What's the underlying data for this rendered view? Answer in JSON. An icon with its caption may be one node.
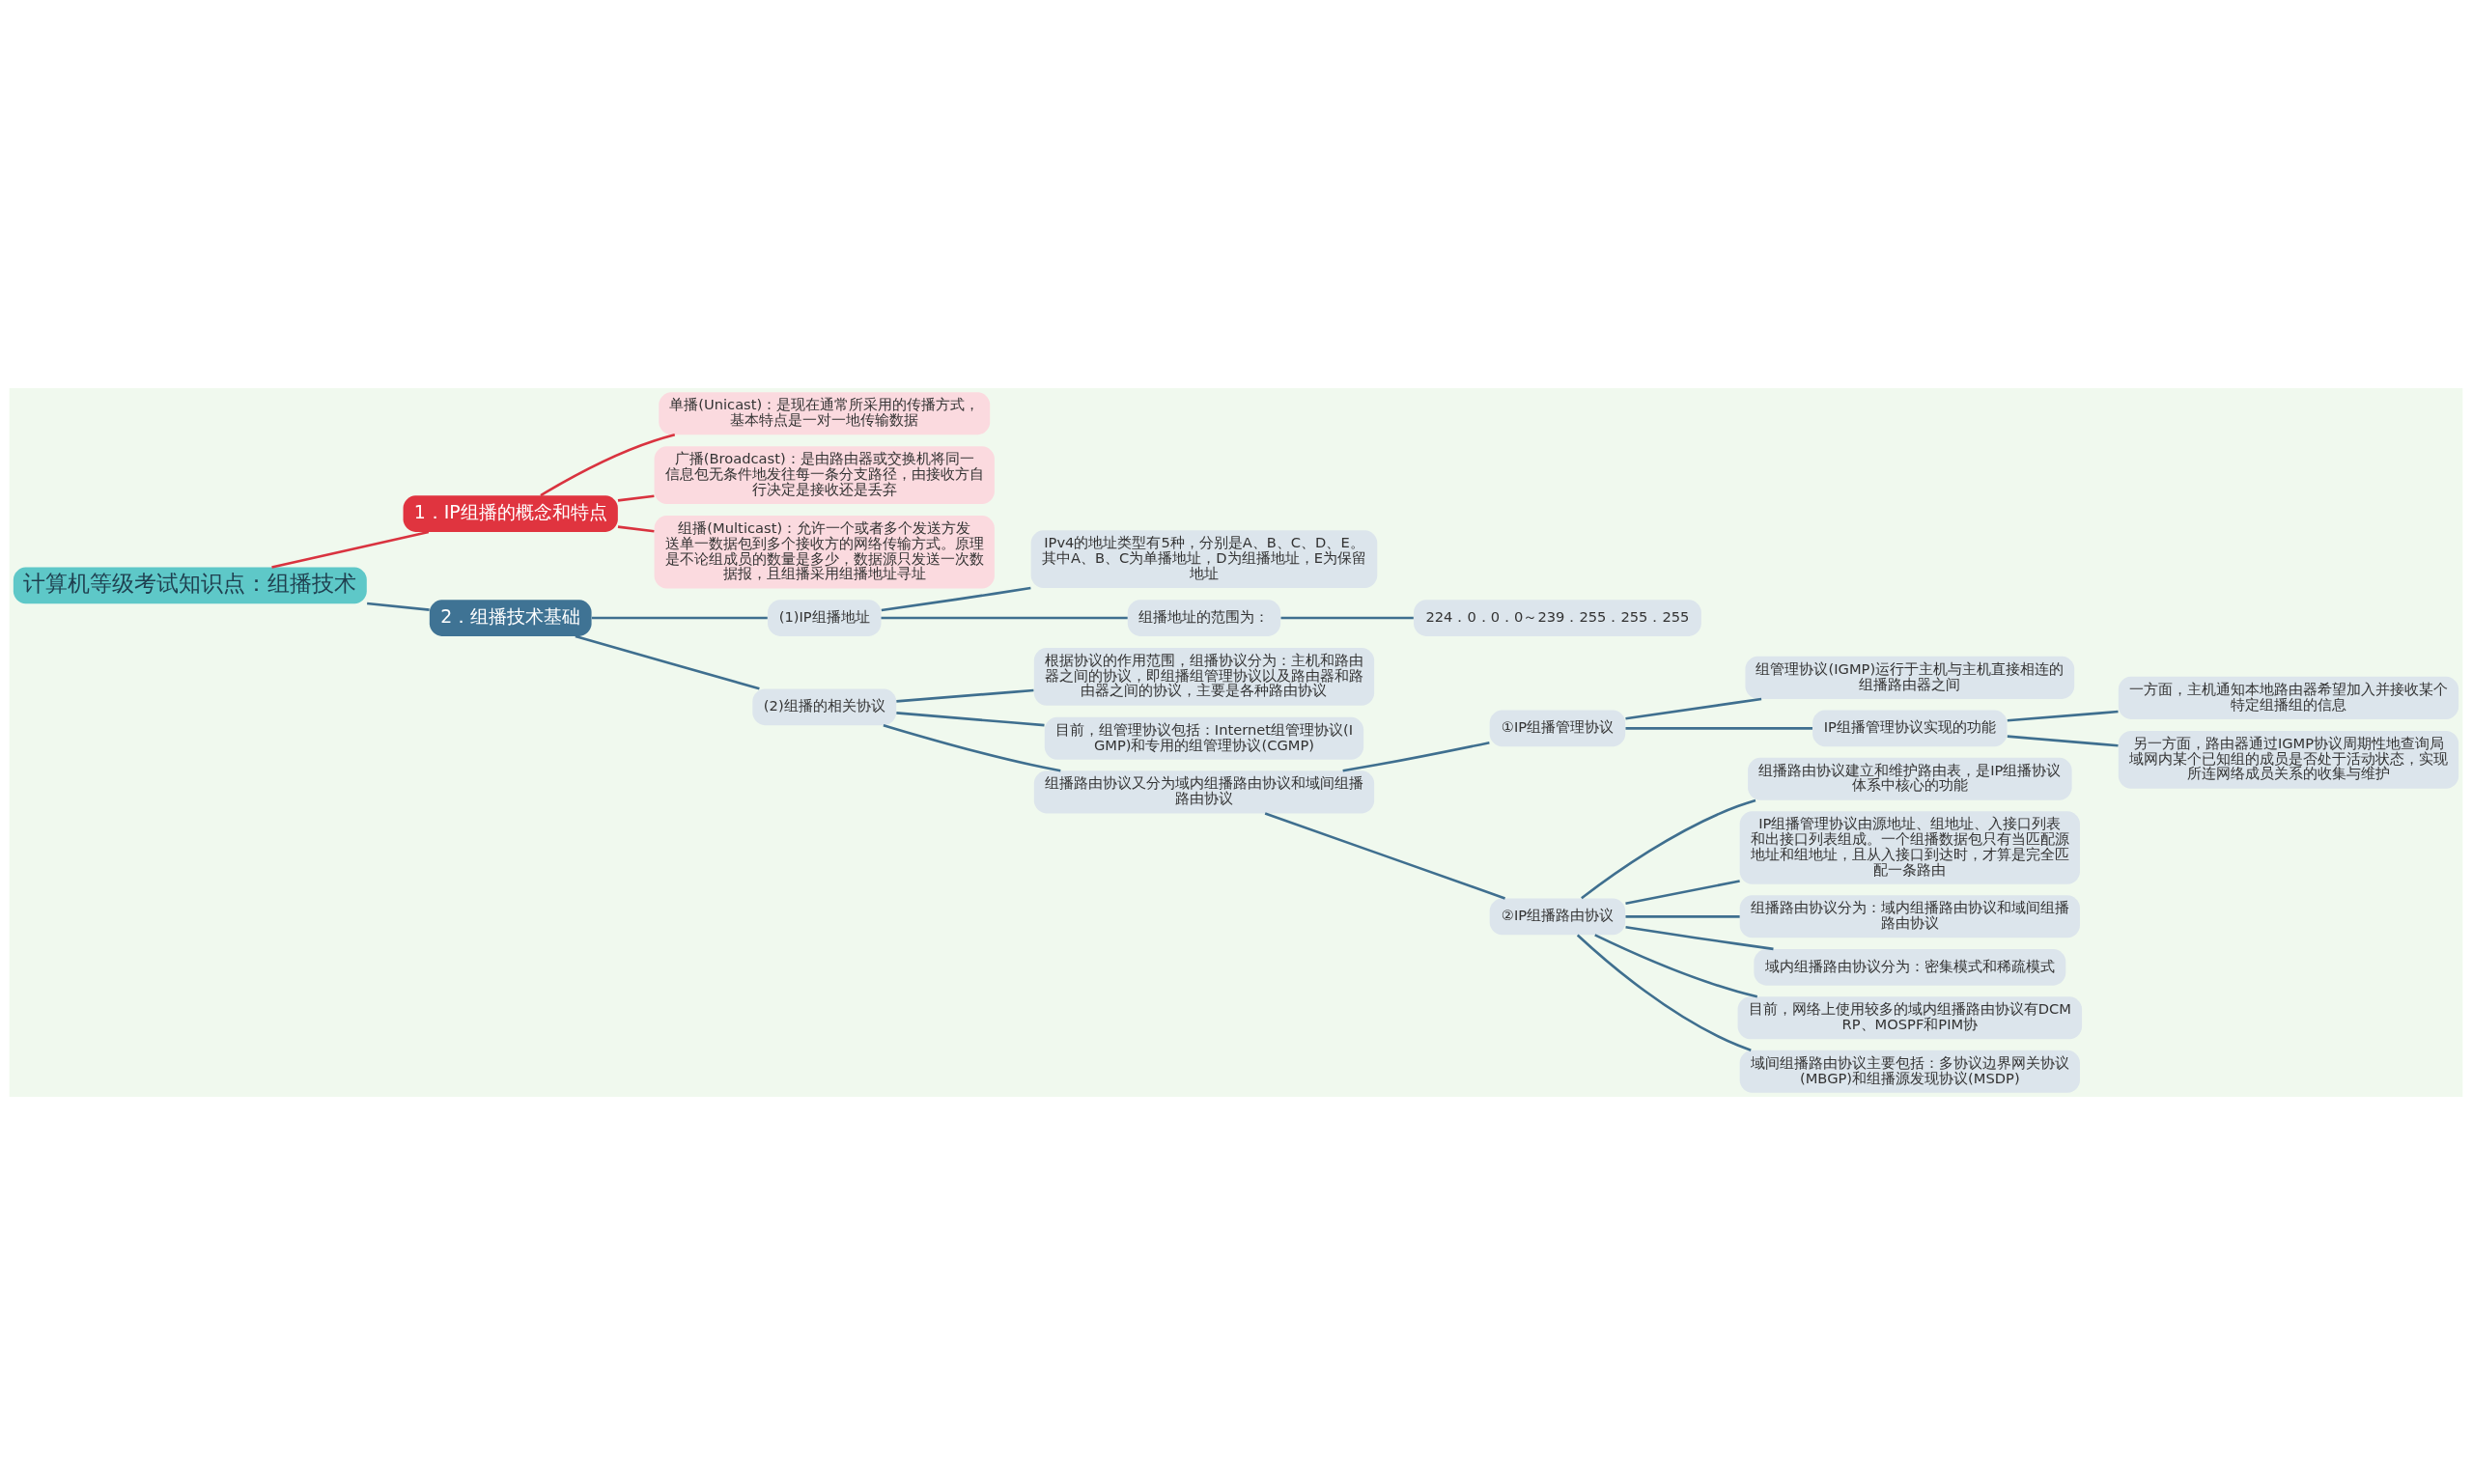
{
  "diagram": {
    "nodes": [
      {
        "text": [
          "计算机等级考试知识点：组播技术"
        ]
      },
      {
        "text": [
          "1．IP组播的概念和特点"
        ]
      },
      {
        "text": [
          "单播(Unicast)：是现在通常所采用的传播方式，基本特点是一对一地传输数据"
        ]
      },
      {
        "text": [
          "广播(Broadcast)：是由路由器或交换机将同一信息包无条件地发往每一条分支路径，由接收方自行决定是接收还是丢弃"
        ]
      },
      {
        "text": [
          "组播(Multicast)：允许一个或者多个发送方发送单一数据包到多个接收方的网络传输方式。原理是不论组成员的数量是多少，数据源只发送一次数据报，且组播采用组播地址寻址"
        ]
      },
      {
        "text": [
          "2．组播技术基础"
        ]
      },
      {
        "text": [
          "(1)IP组播地址"
        ]
      },
      {
        "text": [
          "IPv4的地址类型有5种，分别是A、B、C、D、E。其中A、B、C为单播地址，D为组播地址，E为保留地址"
        ]
      },
      {
        "text": [
          "组播地址的范围为："
        ]
      },
      {
        "text": [
          "224．0．0．0～239．255．255．255"
        ]
      },
      {
        "text": [
          "(2)组播的相关协议"
        ]
      },
      {
        "text": [
          "根据协议的作用范围，组播协议分为：主机和路由器之间的协议，即组播组管理协议以及路由器和路由器之间的协议，主要是各种路由协议"
        ]
      },
      {
        "text": [
          "目前，组管理协议包括：Internet组管理协议(IGMP)和专用的组管理协议(CGMP)"
        ]
      },
      {
        "text": [
          "组播路由协议又分为域内组播路由协议和域间组播路由协议"
        ]
      },
      {
        "text": [
          "①IP组播管理协议"
        ]
      },
      {
        "text": [
          "组管理协议(IGMP)运行于主机与主机直接相连的组播路由器之间"
        ]
      },
      {
        "text": [
          "IP组播管理协议实现的功能"
        ]
      },
      {
        "text": [
          "一方面，主机通知本地路由器希望加入并接收某个特定组播组的信息"
        ]
      },
      {
        "text": [
          "另一方面，路由器通过IGMP协议周期性地查询局域网内某个已知组的成员是否处于活动状态，实现所连网络成员关系的收集与维护"
        ]
      },
      {
        "text": [
          "②IP组播路由协议"
        ]
      },
      {
        "text": [
          "组播路由协议建立和维护路由表，是IP组播协议体系中核心的功能"
        ]
      },
      {
        "text": [
          "IP组播管理协议由源地址、组地址、入接口列表和出接口列表组成。一个组播数据包只有当匹配源地址和组地址，且从入接口到达时，才算是完全匹配一条路由"
        ]
      },
      {
        "text": [
          "组播路由协议分为：域内组播路由协议和域间组播路由协议"
        ]
      },
      {
        "text": [
          "域内组播路由协议分为：密集模式和稀疏模式"
        ]
      },
      {
        "text": [
          "目前，网络上使用较多的域内组播路由协议有DCMRP、MOSPF和PIM协"
        ]
      },
      {
        "text": [
          "域间组播路由协议主要包括：多协议边界网关协议(MBGP)和组播源发现协议(MSDP)"
        ]
      }
    ],
    "edges": [
      {
        "from": 0,
        "to": 1,
        "arrow": "none",
        "color": "#d9333f"
      },
      {
        "from": 1,
        "to": 2,
        "arrow": "none",
        "color": "#d9333f"
      },
      {
        "from": 1,
        "to": 3,
        "arrow": "none",
        "color": "#d9333f"
      },
      {
        "from": 1,
        "to": 4,
        "arrow": "none",
        "color": "#d9333f"
      },
      {
        "from": 0,
        "to": 5,
        "arrow": "none"
      },
      {
        "from": 5,
        "to": 6,
        "arrow": "none"
      },
      {
        "from": 6,
        "to": 7,
        "arrow": "none"
      },
      {
        "from": 6,
        "to": 8,
        "arrow": "none"
      },
      {
        "from": 8,
        "to": 9,
        "arrow": "none"
      },
      {
        "from": 5,
        "to": 10,
        "arrow": "none"
      },
      {
        "from": 10,
        "to": 11,
        "arrow": "none"
      },
      {
        "from": 10,
        "to": 12,
        "arrow": "none"
      },
      {
        "from": 10,
        "to": 13,
        "arrow": "none"
      },
      {
        "from": 13,
        "to": 14,
        "arrow": "none"
      },
      {
        "from": 14,
        "to": 15,
        "arrow": "none"
      },
      {
        "from": 14,
        "to": 16,
        "arrow": "none"
      },
      {
        "from": 16,
        "to": 17,
        "arrow": "none"
      },
      {
        "from": 16,
        "to": 18,
        "arrow": "none"
      },
      {
        "from": 13,
        "to": 19,
        "arrow": "none"
      },
      {
        "from": 19,
        "to": 20,
        "arrow": "none"
      },
      {
        "from": 19,
        "to": 21,
        "arrow": "none"
      },
      {
        "from": 19,
        "to": 22,
        "arrow": "none"
      },
      {
        "from": 19,
        "to": 23,
        "arrow": "none"
      },
      {
        "from": 19,
        "to": 24,
        "arrow": "none"
      },
      {
        "from": 19,
        "to": 25,
        "arrow": "none"
      }
    ]
  }
}
